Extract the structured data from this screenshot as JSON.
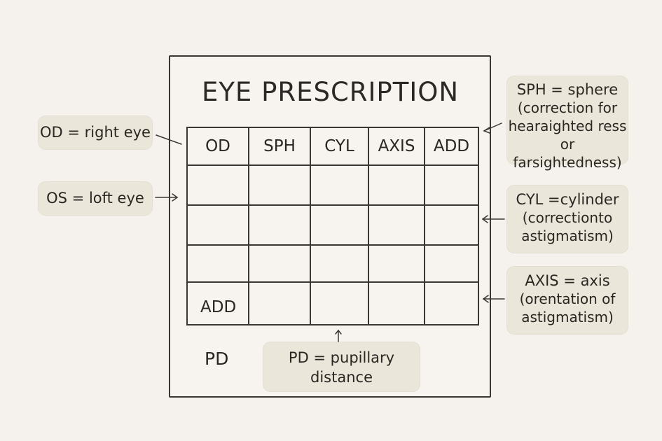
{
  "diagram": {
    "title": "EYE PRESCRIPTION",
    "table": {
      "columns": [
        "OD",
        "SPH",
        "CYL",
        "AXIS",
        "ADD"
      ],
      "rows": [
        [
          "",
          "",
          "",
          "",
          ""
        ],
        [
          "",
          "",
          "",
          "",
          ""
        ],
        [
          "",
          "",
          "",
          "",
          ""
        ],
        [
          "ADD",
          "",
          "",
          "",
          ""
        ]
      ]
    },
    "pd_label": "PD",
    "callouts": {
      "od": "OD = right eye",
      "os": "OS = loft eye",
      "sph": {
        "head": "SPH = sphere",
        "line1": "(correction for",
        "line2": "hearaighted ress",
        "line3": "or farsightedness)"
      },
      "cyl": {
        "head": "CYL =cylinder",
        "line1": "(correctionto",
        "line2": "astigmatism)"
      },
      "axis": {
        "head": "AXIS = axis",
        "line1": "(orentation of",
        "line2": "astigmatism)"
      },
      "pd": {
        "line1": "PD = pupillary",
        "line2": "distance"
      }
    },
    "colors": {
      "background": "#f5f2ed",
      "callout_fill": "#ebe6da",
      "line": "#3a3733",
      "text": "#2a2723"
    }
  }
}
